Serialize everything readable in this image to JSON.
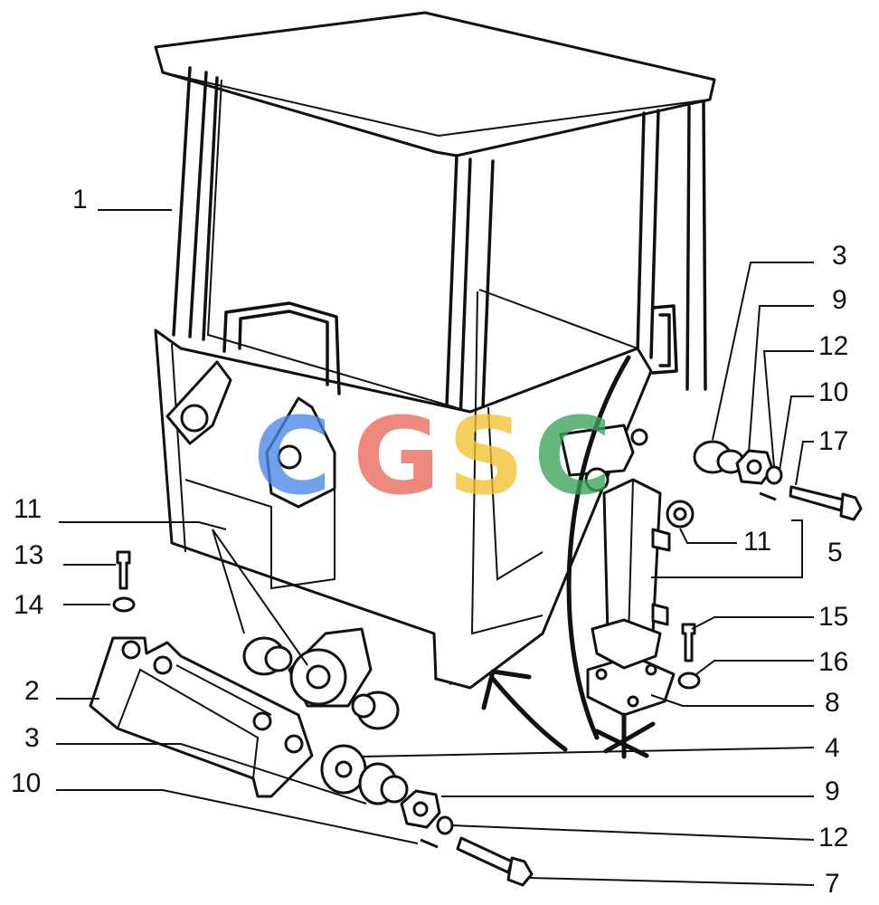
{
  "callouts": {
    "c1": "1",
    "c3_top": "3",
    "c9_top": "9",
    "c12_top": "12",
    "c10_top": "10",
    "c17": "17",
    "c11_right": "11",
    "c5": "5",
    "c11_left": "11",
    "c13": "13",
    "c14": "14",
    "c15": "15",
    "c16": "16",
    "c2": "2",
    "c8": "8",
    "c3_bottom": "3",
    "c4": "4",
    "c10_bottom": "10",
    "c9_bottom": "9",
    "c12_bottom": "12",
    "c7": "7"
  },
  "watermark": {
    "letters": [
      "C",
      "G",
      "S",
      "C"
    ],
    "colors": [
      "#4a86e8",
      "#e8685a",
      "#f2c230",
      "#3aa35a"
    ]
  },
  "colors": {
    "ink": "#111111",
    "background": "#ffffff"
  }
}
